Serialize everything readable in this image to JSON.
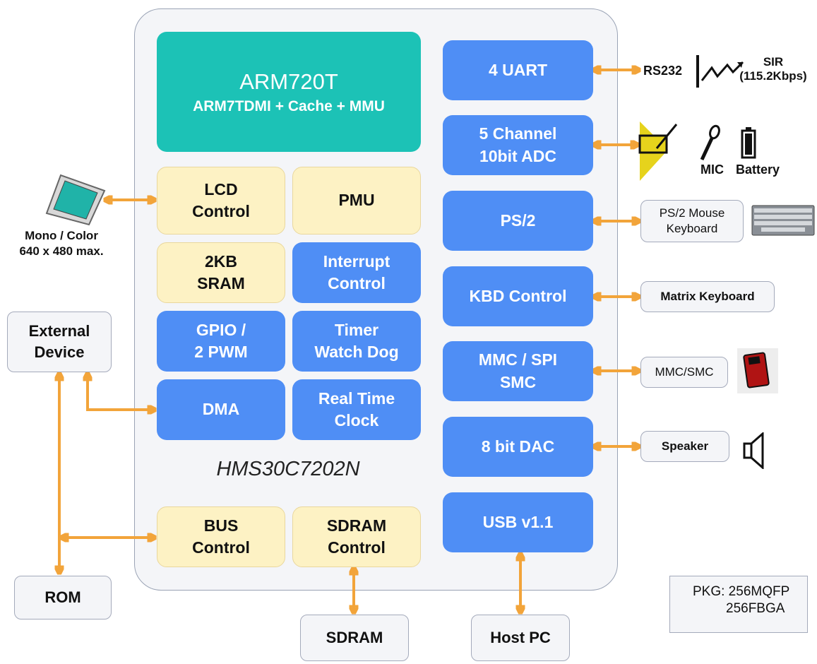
{
  "chip": {
    "name": "HMS30C7202N",
    "core": {
      "title": "ARM720T",
      "subtitle": "ARM7TDMI + Cache + MMU"
    },
    "left_blocks": {
      "lcd": [
        "LCD",
        "Control"
      ],
      "pmu": [
        "PMU"
      ],
      "sram": [
        "2KB",
        "SRAM"
      ],
      "interrupt": [
        "Interrupt",
        "Control"
      ],
      "gpio": [
        "GPIO /",
        "2 PWM"
      ],
      "timer": [
        "Timer",
        "Watch Dog"
      ],
      "dma": [
        "DMA"
      ],
      "rtc": [
        "Real Time",
        "Clock"
      ],
      "bus": [
        "BUS",
        "Control"
      ],
      "sdram_ctrl": [
        "SDRAM",
        "Control"
      ]
    },
    "right_blocks": {
      "uart": [
        "4 UART"
      ],
      "adc": [
        "5 Channel",
        "10bit ADC"
      ],
      "ps2": [
        "PS/2"
      ],
      "kbd": [
        "KBD Control"
      ],
      "mmc": [
        "MMC / SPI",
        "SMC"
      ],
      "dac": [
        "8 bit DAC"
      ],
      "usb": [
        "USB v1.1"
      ]
    }
  },
  "external": {
    "lcd_panel": [
      "Mono / Color",
      "640 x 480 max."
    ],
    "external_device": [
      "External",
      "Device"
    ],
    "rom": "ROM",
    "sdram": "SDRAM",
    "host_pc": "Host PC",
    "rs232": "RS232",
    "sir": [
      "SIR",
      "(115.2Kbps)"
    ],
    "mic": "MIC",
    "battery": "Battery",
    "ps2_mouse": [
      "PS/2 Mouse",
      "Keyboard"
    ],
    "matrix_keyboard": "Matrix Keyboard",
    "mmc_smc": "MMC/SMC",
    "speaker": "Speaker"
  },
  "package": [
    "PKG: 256MQFP",
    "256FBGA"
  ],
  "colors": {
    "blue_block": "#4f8ef5",
    "cream_block": "#fdf2c4",
    "teal_block": "#1cc2b6",
    "arrow": "#f2a43a",
    "chip_background": "#f4f5f8"
  },
  "icons": [
    "lcd-monitor-icon",
    "infrared-signal-icon",
    "touch-pen-icon",
    "microphone-icon",
    "battery-icon",
    "keyboard-icon",
    "memory-card-icon",
    "speaker-icon"
  ]
}
